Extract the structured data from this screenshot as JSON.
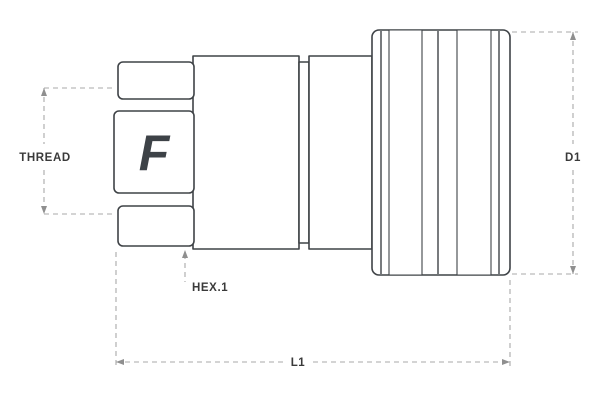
{
  "diagram": {
    "logo_letter": "F",
    "labels": {
      "thread": "THREAD",
      "hex": "HEX.1",
      "diameter": "D1",
      "length": "L1"
    }
  },
  "colors": {
    "outline": "#3f4347",
    "dimension_line": "#a8a8a8",
    "label_text": "#3a3a3a",
    "band_fill": "#c8cacc",
    "background": "#ffffff"
  }
}
